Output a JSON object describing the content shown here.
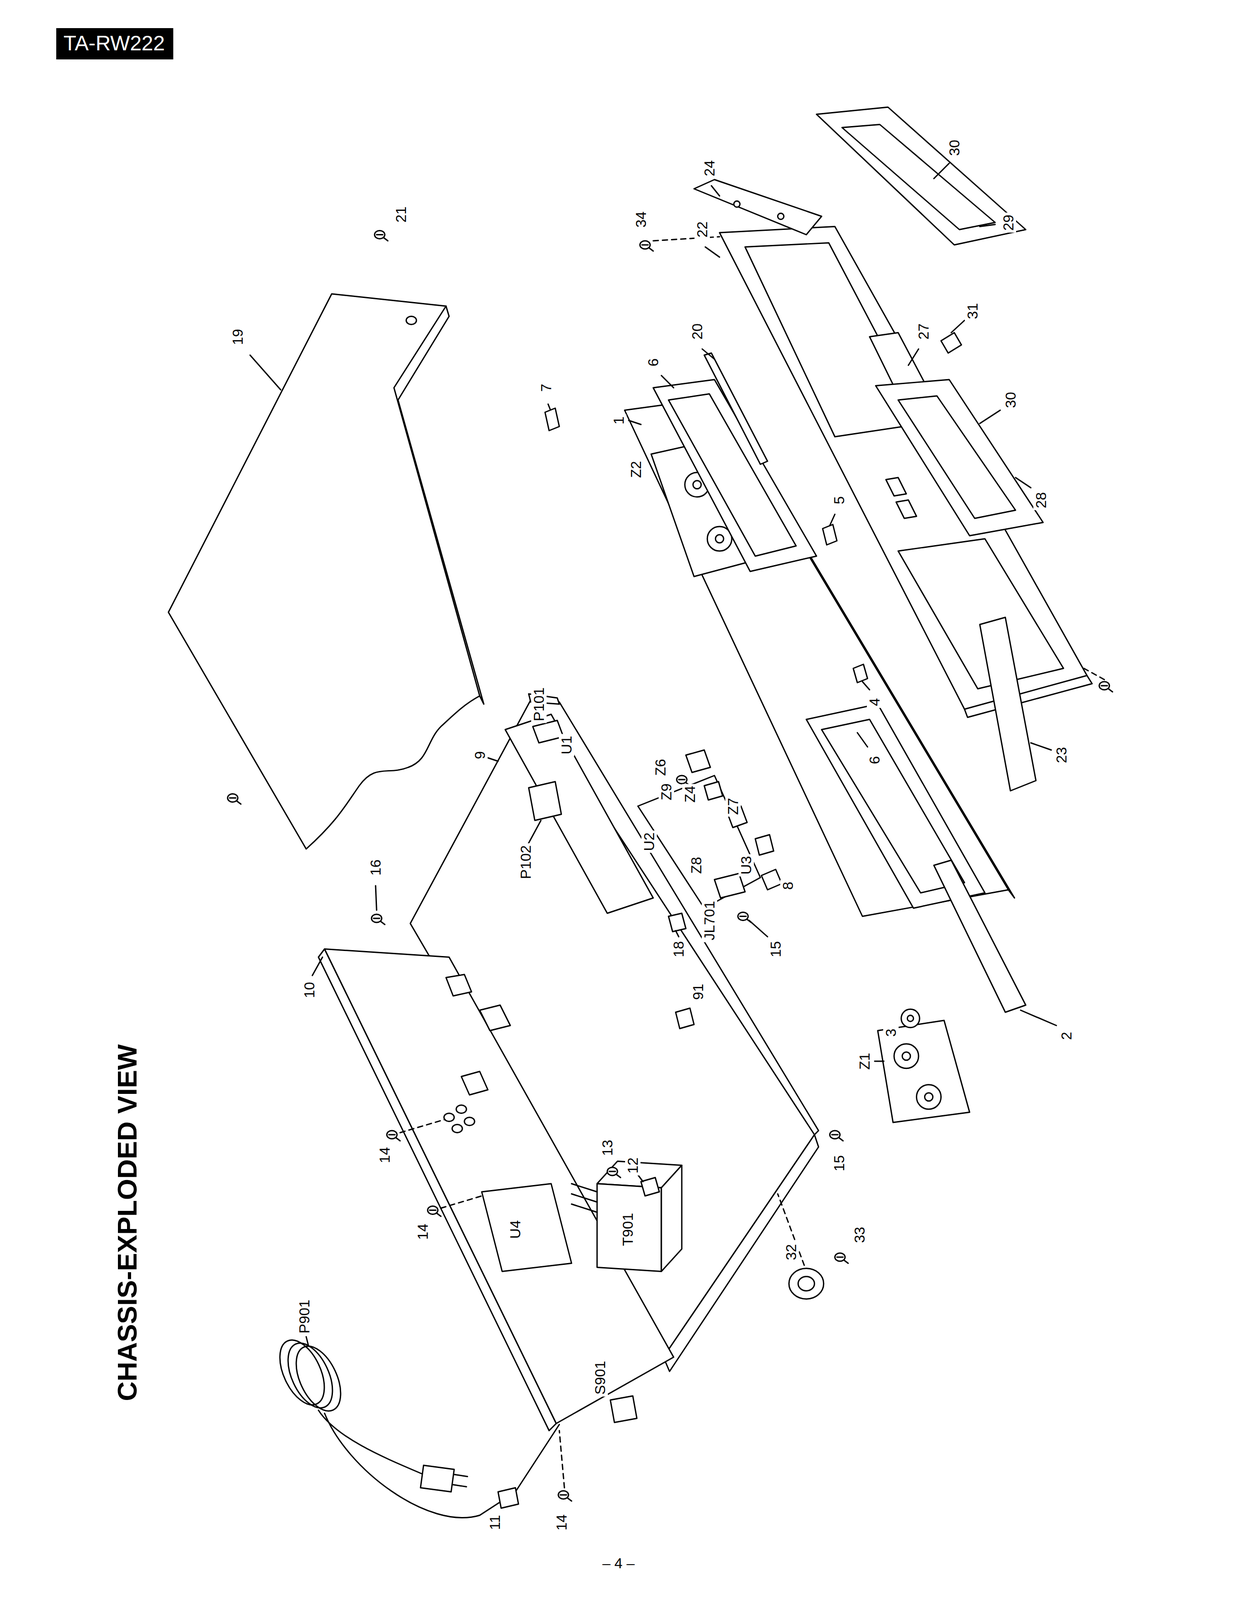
{
  "diagram": {
    "title": "CHASSIS-EXPLODED VIEW",
    "nodes": [
      {
        "text": [
          "TA-RW222"
        ]
      }
    ],
    "labels": [
      "21",
      "19",
      "24",
      "30",
      "34",
      "22",
      "29",
      "20",
      "27",
      "31",
      "6",
      "7",
      "1",
      "30",
      "28",
      "Z2",
      "5",
      "4",
      "6",
      "P101",
      "U1",
      "9",
      "Z6",
      "Z9",
      "Z4",
      "Z7",
      "U2",
      "Z8",
      "U3",
      "8",
      "P102",
      "JL701",
      "15",
      "16",
      "10",
      "18",
      "91",
      "23",
      "3",
      "2",
      "Z1",
      "14",
      "13",
      "12",
      "14",
      "U4",
      "T901",
      "15",
      "32",
      "33",
      "P901",
      "S901",
      "11",
      "14",
      "– 4 –"
    ]
  }
}
